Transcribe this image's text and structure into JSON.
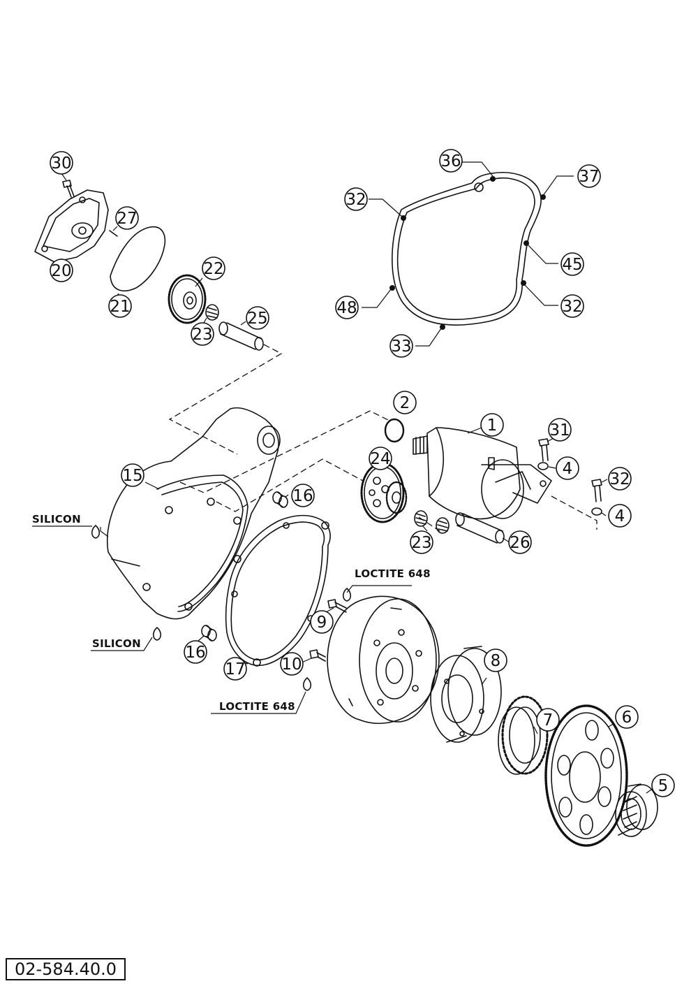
{
  "diagram": {
    "code": "02-584.40.0",
    "notes": {
      "silicon_top": "SILICON",
      "silicon_bottom": "SILICON",
      "loctite_top": "LOCTITE 648",
      "loctite_bottom": "LOCTITE 648"
    },
    "callouts": [
      "30",
      "27",
      "20",
      "21",
      "22",
      "23",
      "25",
      "36",
      "37",
      "32",
      "45",
      "32",
      "48",
      "33",
      "2",
      "1",
      "31",
      "4",
      "32",
      "4",
      "24",
      "15",
      "16",
      "23",
      "26",
      "9",
      "16",
      "10",
      "8",
      "7",
      "6",
      "5",
      "17"
    ],
    "line_color": "#111111",
    "background": "#ffffff"
  }
}
